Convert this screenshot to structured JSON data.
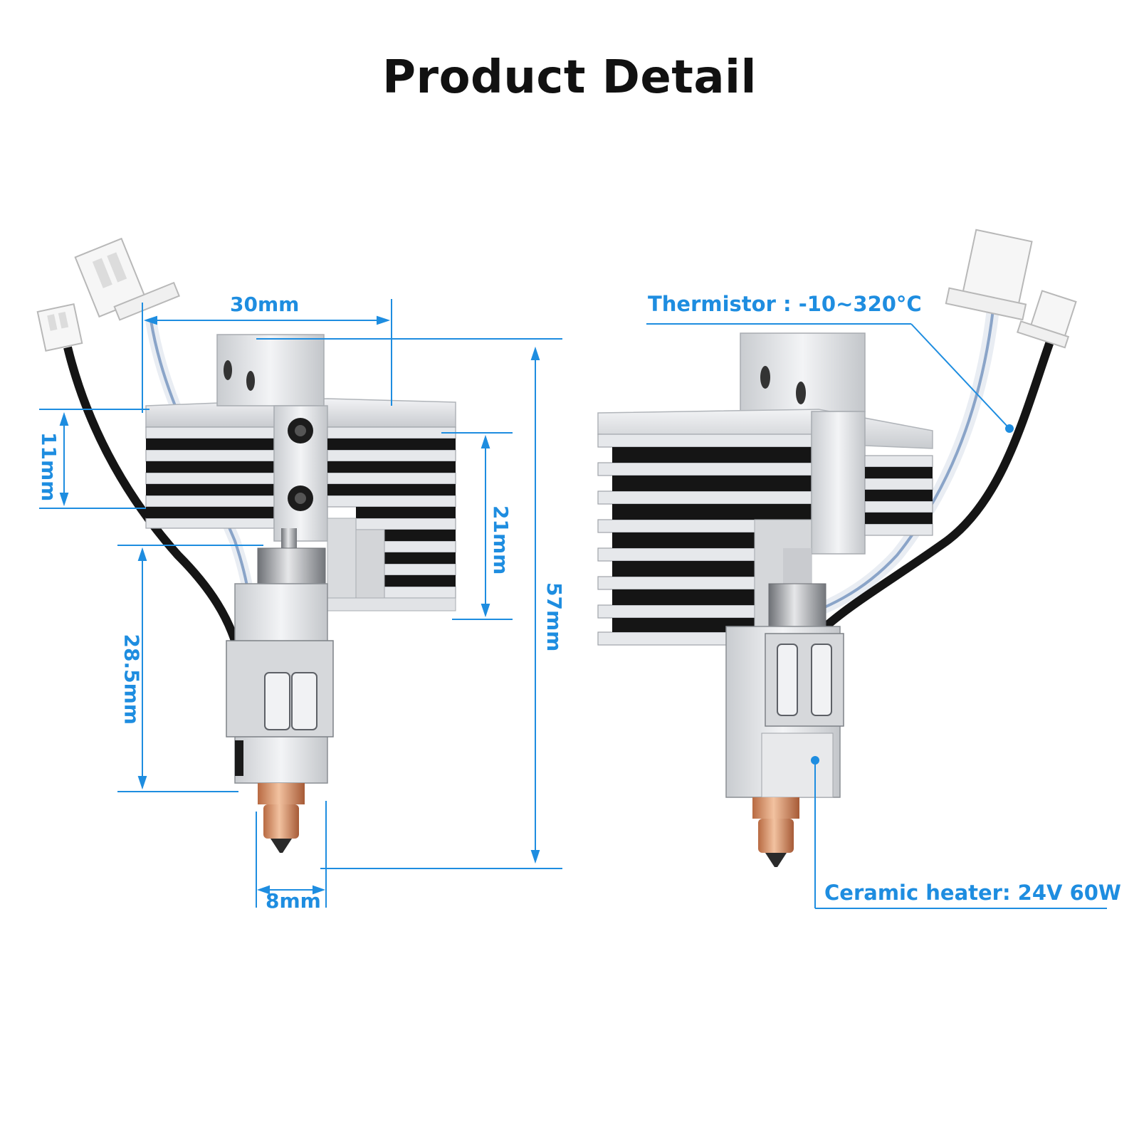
{
  "page": {
    "title": "Product Detail"
  },
  "colors": {
    "accent": "#1e8de0",
    "aluminum": "#dfe1e4",
    "copper": "#d58a60",
    "cable_dark": "#1a1a1a"
  },
  "dimensions": {
    "width_top": "30mm",
    "fin_height": "11mm",
    "fin_block": "21mm",
    "total_height": "57mm",
    "heater_height": "28.5mm",
    "nozzle_width": "8mm"
  },
  "specs": {
    "thermistor": "Thermistor : -10~320°C",
    "heater": "Ceramic heater: 24V 60W"
  }
}
